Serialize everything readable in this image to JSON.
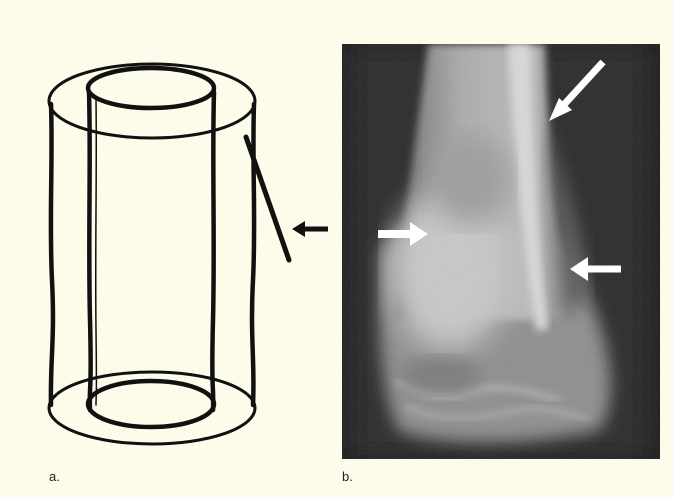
{
  "figure": {
    "panels": [
      {
        "label": "a.",
        "content": "schematic-diagram-of-tubular-bone-with-periosteal-reaction"
      },
      {
        "label": "b.",
        "content": "radiograph-of-distal-long-bone"
      }
    ],
    "arrows": {
      "panel_a": 1,
      "panel_b": 3
    },
    "colors": {
      "page_background": "#fdfbea",
      "diagram_ink": "#111111",
      "radiograph_background": "#111111",
      "arrow_fill": "#ffffff"
    }
  }
}
